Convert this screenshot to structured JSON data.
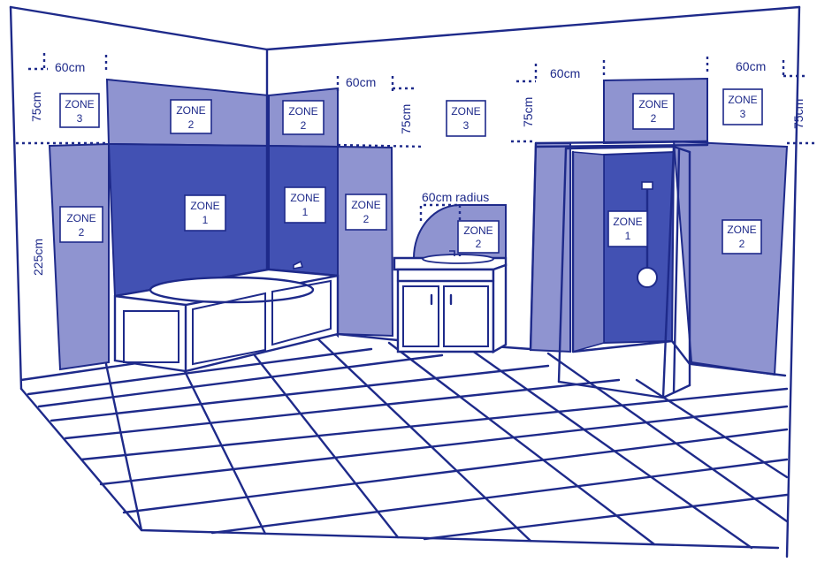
{
  "colors": {
    "line": "#1e2a8a",
    "zone_light": "#7e84c7",
    "zone_mid": "#8f94d0",
    "zone_dark": "#4251b3",
    "wall": "#ffffff"
  },
  "zone_word": "ZONE",
  "zones": {
    "bath_left": "2",
    "above_bath_left": "2",
    "bath_back": "1",
    "above_bath_corner": "2",
    "bath_corner": "1",
    "beside_bath": "2",
    "top_left": "3",
    "sink_center": "3",
    "sink": "2",
    "shower_top": "2",
    "shower": "1",
    "shower_right_top": "3",
    "shower_right": "2"
  },
  "dimensions": {
    "left_60": "60cm",
    "left_75": "75cm",
    "left_225": "225cm",
    "mid_60": "60cm",
    "mid_75": "75cm",
    "sink_radius": "60cm radius",
    "shower_75": "75cm",
    "shower_60": "60cm",
    "right_60": "60cm",
    "right_75": "75cm"
  }
}
